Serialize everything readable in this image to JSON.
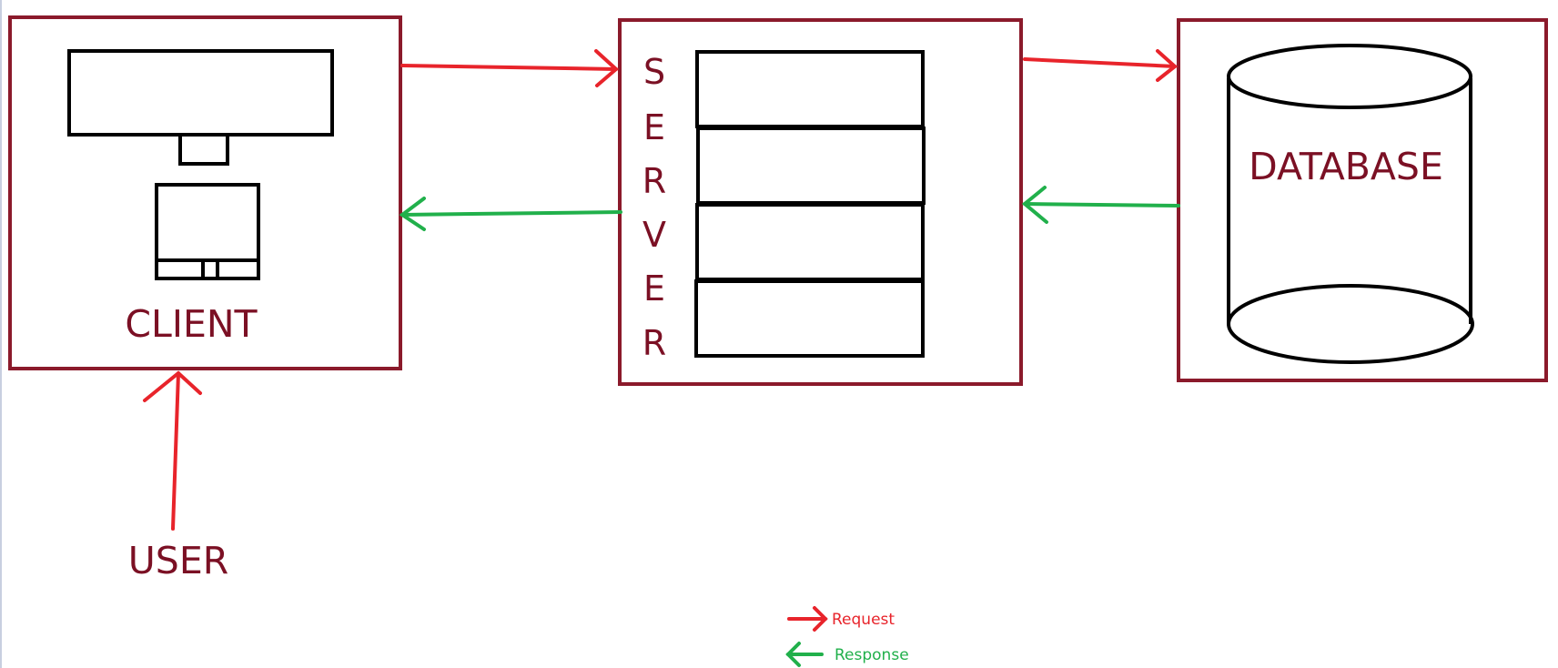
{
  "colors": {
    "box_border": "#8b1a2b",
    "label": "#7b1024",
    "request": "#e8242b",
    "response": "#21b04b",
    "device": "#000000"
  },
  "nodes": {
    "client": {
      "label": "CLIENT"
    },
    "server": {
      "label_letters": [
        "S",
        "E",
        "R",
        "V",
        "E",
        "R"
      ]
    },
    "database": {
      "label": "DATABASE"
    },
    "user": {
      "label": "USER"
    }
  },
  "legend": {
    "request": "Request",
    "response": "Response"
  }
}
